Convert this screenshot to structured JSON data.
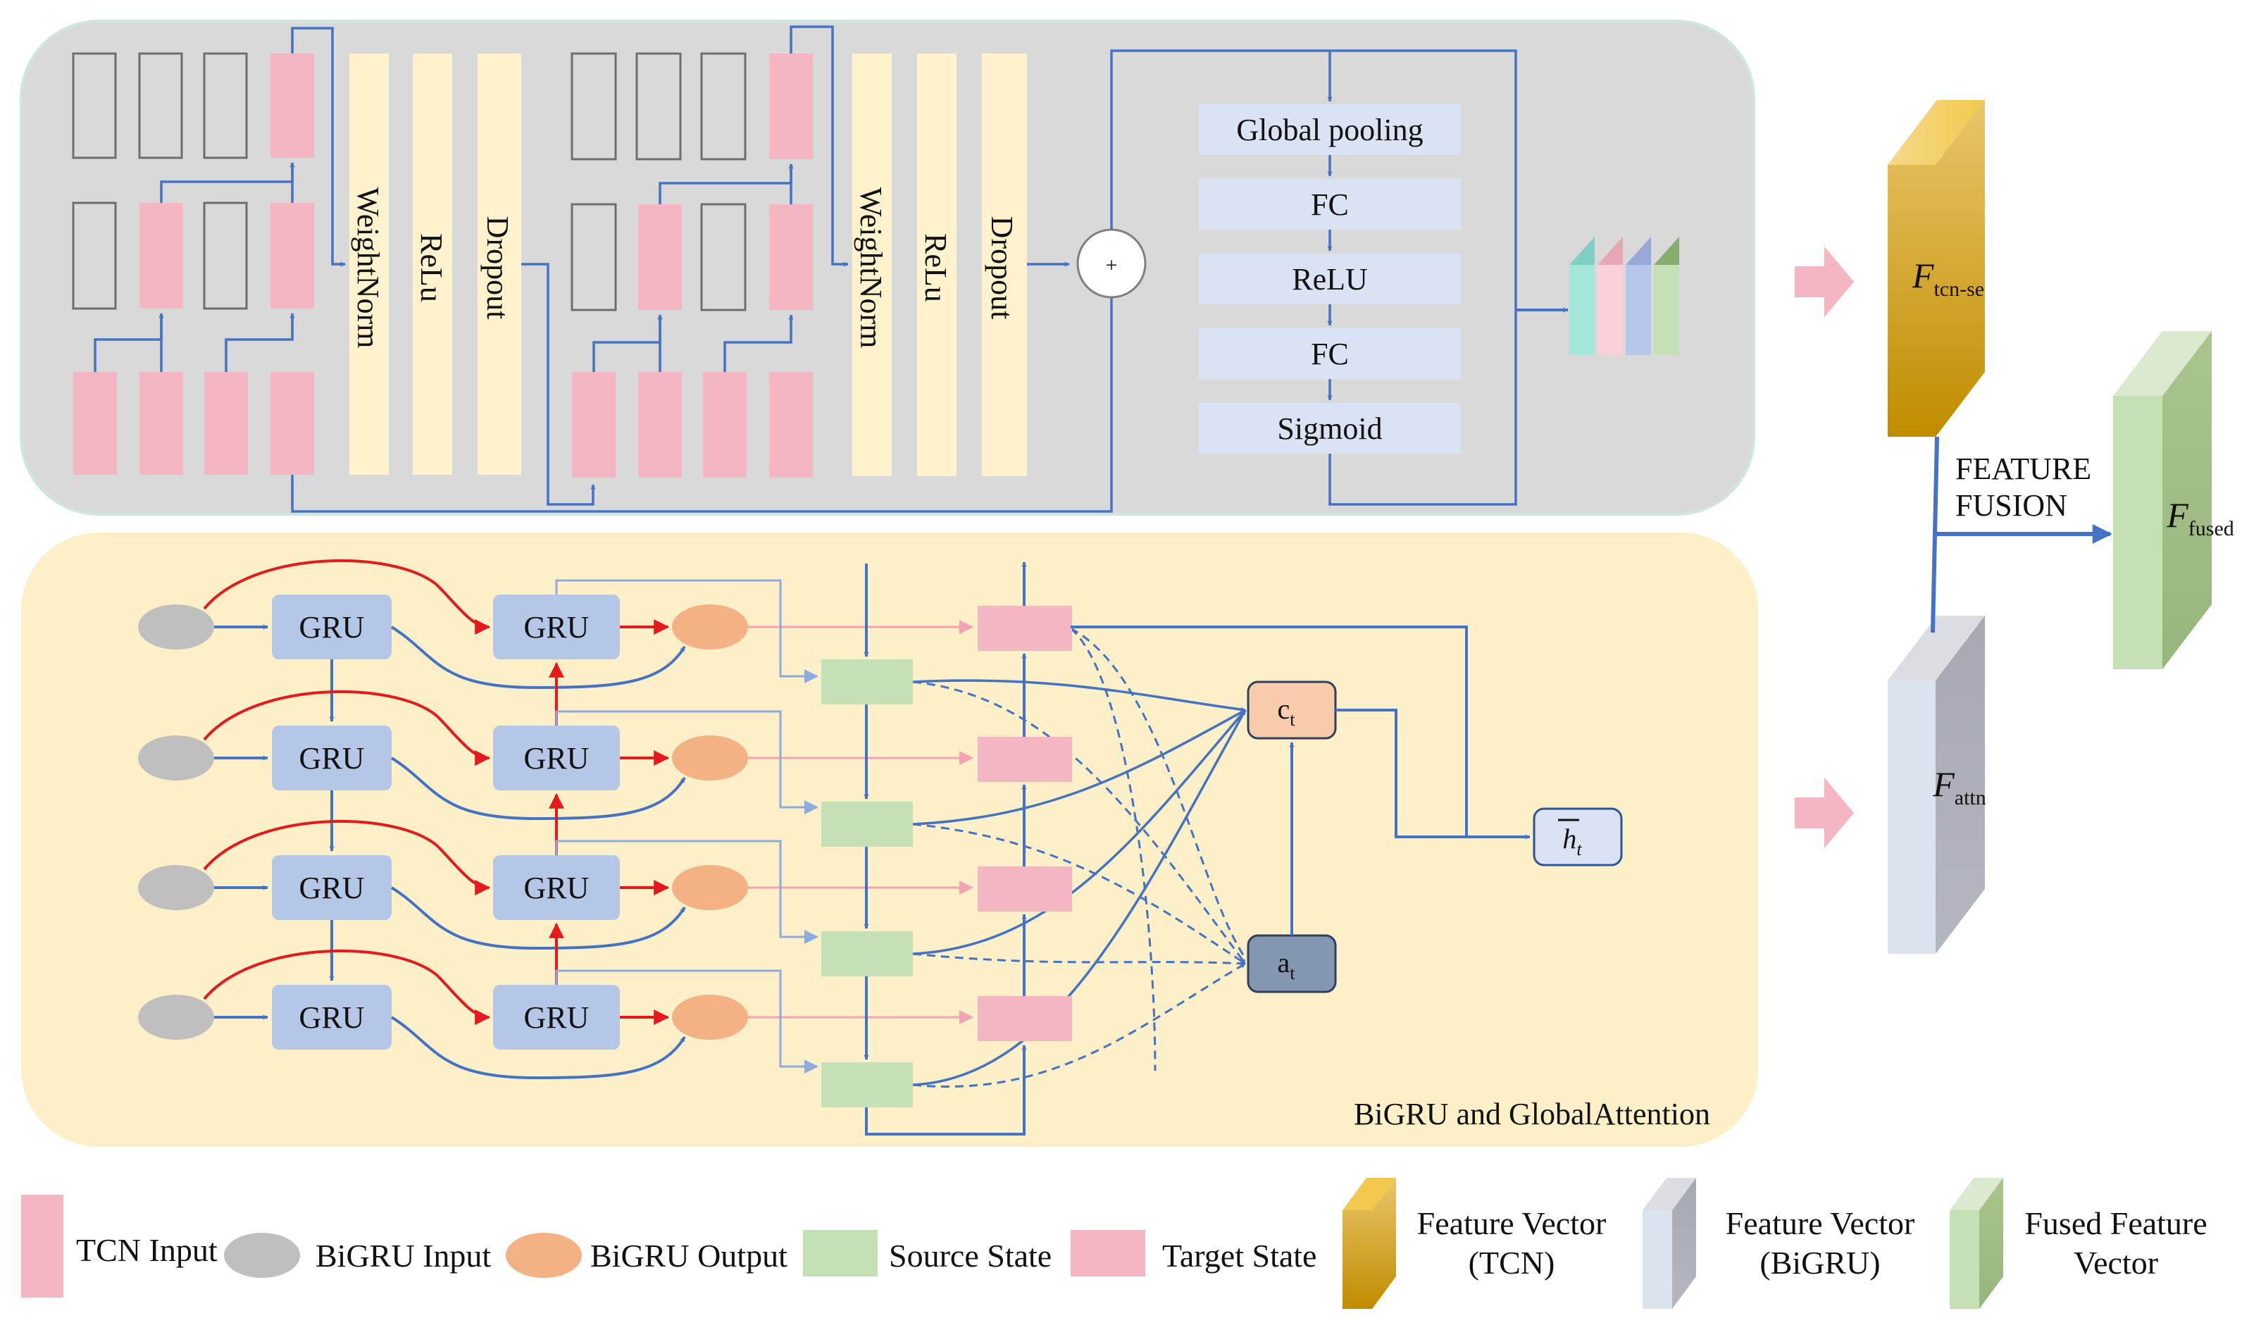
{
  "tcn_se": {
    "conv_labels": [
      "WeightNorm",
      "ReLu",
      "Dropout"
    ],
    "add_symbol": "+",
    "se_labels": [
      "Global pooling",
      "FC",
      "ReLU",
      "FC",
      "Sigmoid"
    ]
  },
  "bigru": {
    "gru_label": "GRU",
    "title": "BiGRU and GlobalAttention",
    "context_label": "c",
    "context_sub": "t",
    "attention_label": "a",
    "attention_sub": "t",
    "output_label": "h",
    "output_sub": "t"
  },
  "fusion": {
    "tcn_feature_main": "F",
    "tcn_feature_sub": "tcn-se",
    "attn_feature_main": "F",
    "attn_feature_sub": "attn",
    "fused_feature_main": "F",
    "fused_feature_sub": "fused",
    "fusion_line1": "FEATURE",
    "fusion_line2": "FUSION"
  },
  "legend": {
    "tcn_input": "TCN Input",
    "bigru_input": "BiGRU Input",
    "bigru_output": "BiGRU Output",
    "source_state": "Source State",
    "target_state": "Target State",
    "fv_tcn_line1": "Feature Vector",
    "fv_tcn_line2": "(TCN)",
    "fv_bigru_line1": "Feature Vector",
    "fv_bigru_line2": "(BiGRU)",
    "fused_line1": "Fused Feature",
    "fused_line2": "Vector"
  },
  "colors": {
    "tcn_panel": "#d9d9d9",
    "bigru_panel": "#fdf0c8",
    "tcn_input": "#f4b6c2",
    "conv_layer": "#fff2cc",
    "se_block": "#dae3f3",
    "gru_block": "#b4c7e7",
    "bigru_input": "#bfbfbf",
    "bigru_output": "#f4b183",
    "source_state": "#c5e0b4",
    "target_state": "#f4b6c2",
    "context": "#f8cbad",
    "attention": "#8497b0",
    "arrow_blue": "#4472c4",
    "arrow_red": "#e41a1c"
  }
}
